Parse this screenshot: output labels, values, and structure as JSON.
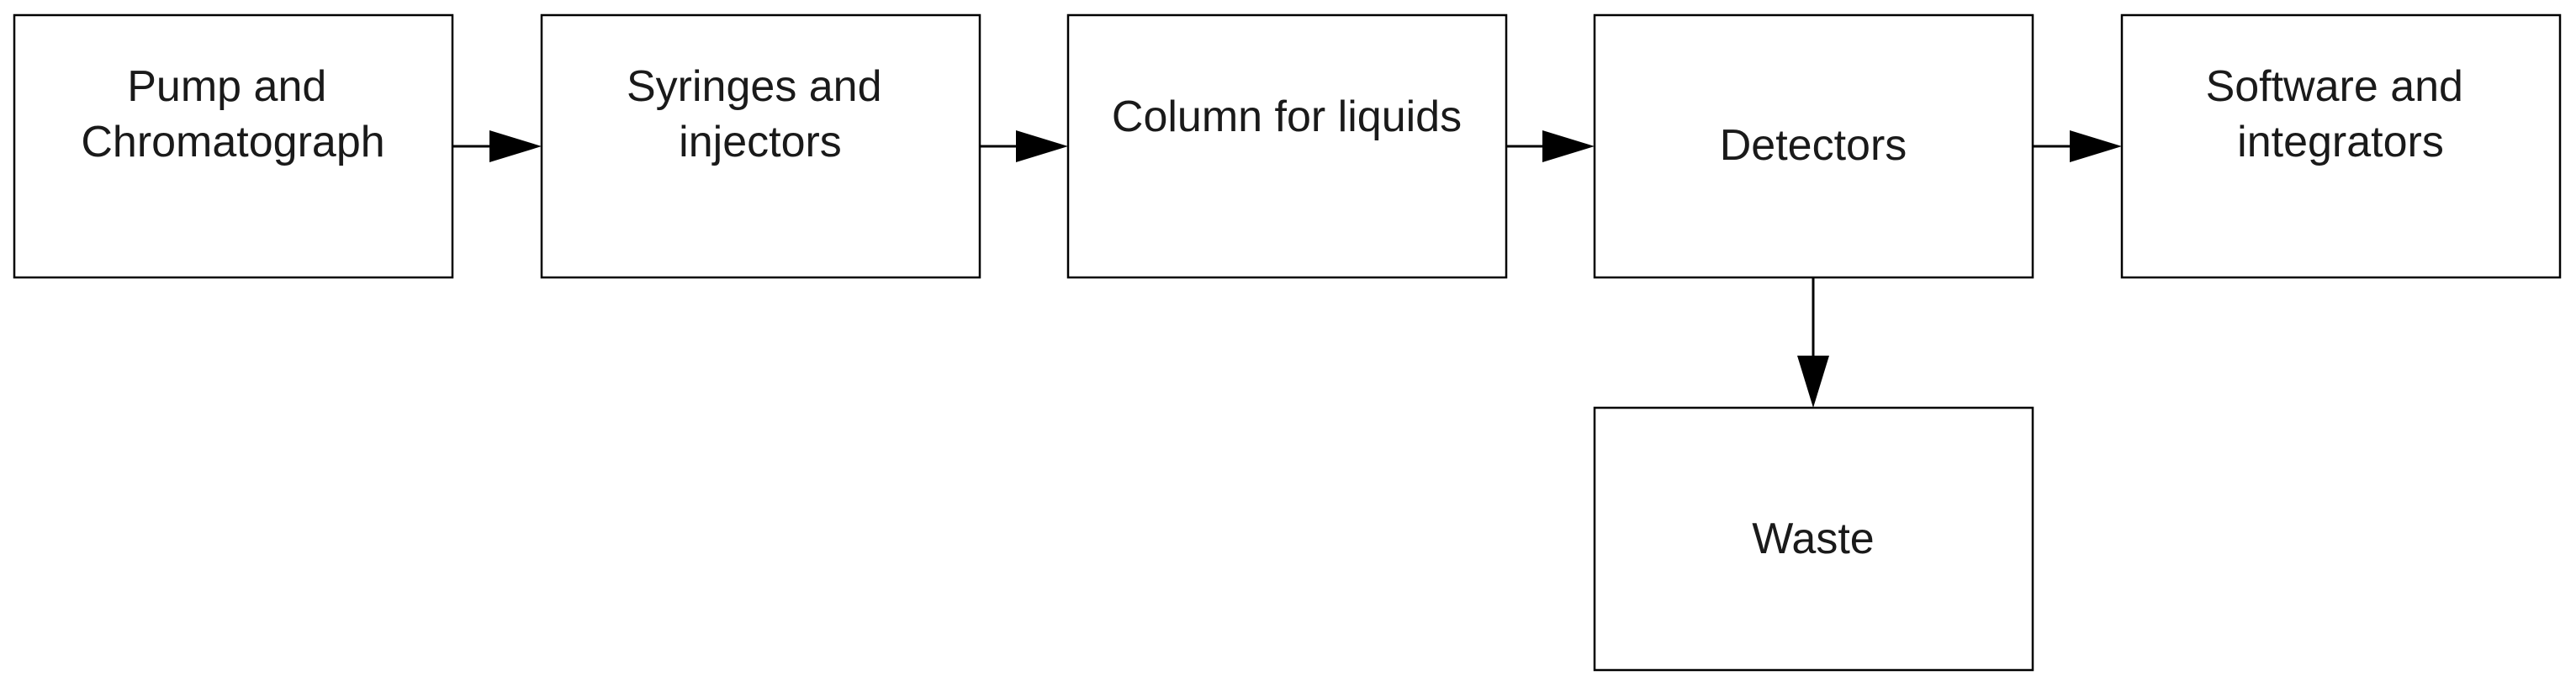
{
  "nodes": [
    {
      "id": "pump",
      "lines": [
        "Pump and",
        "Chromatograph"
      ]
    },
    {
      "id": "syringes",
      "lines": [
        "Syringes and",
        "injectors"
      ]
    },
    {
      "id": "column",
      "lines": [
        "Column for liquids"
      ]
    },
    {
      "id": "detectors",
      "lines": [
        "Detectors"
      ]
    },
    {
      "id": "software",
      "lines": [
        "Software and",
        "integrators"
      ]
    },
    {
      "id": "waste",
      "lines": [
        "Waste"
      ]
    }
  ],
  "edges": [
    {
      "from": "pump",
      "to": "syringes"
    },
    {
      "from": "syringes",
      "to": "column"
    },
    {
      "from": "column",
      "to": "detectors"
    },
    {
      "from": "detectors",
      "to": "software"
    },
    {
      "from": "detectors",
      "to": "waste"
    }
  ]
}
